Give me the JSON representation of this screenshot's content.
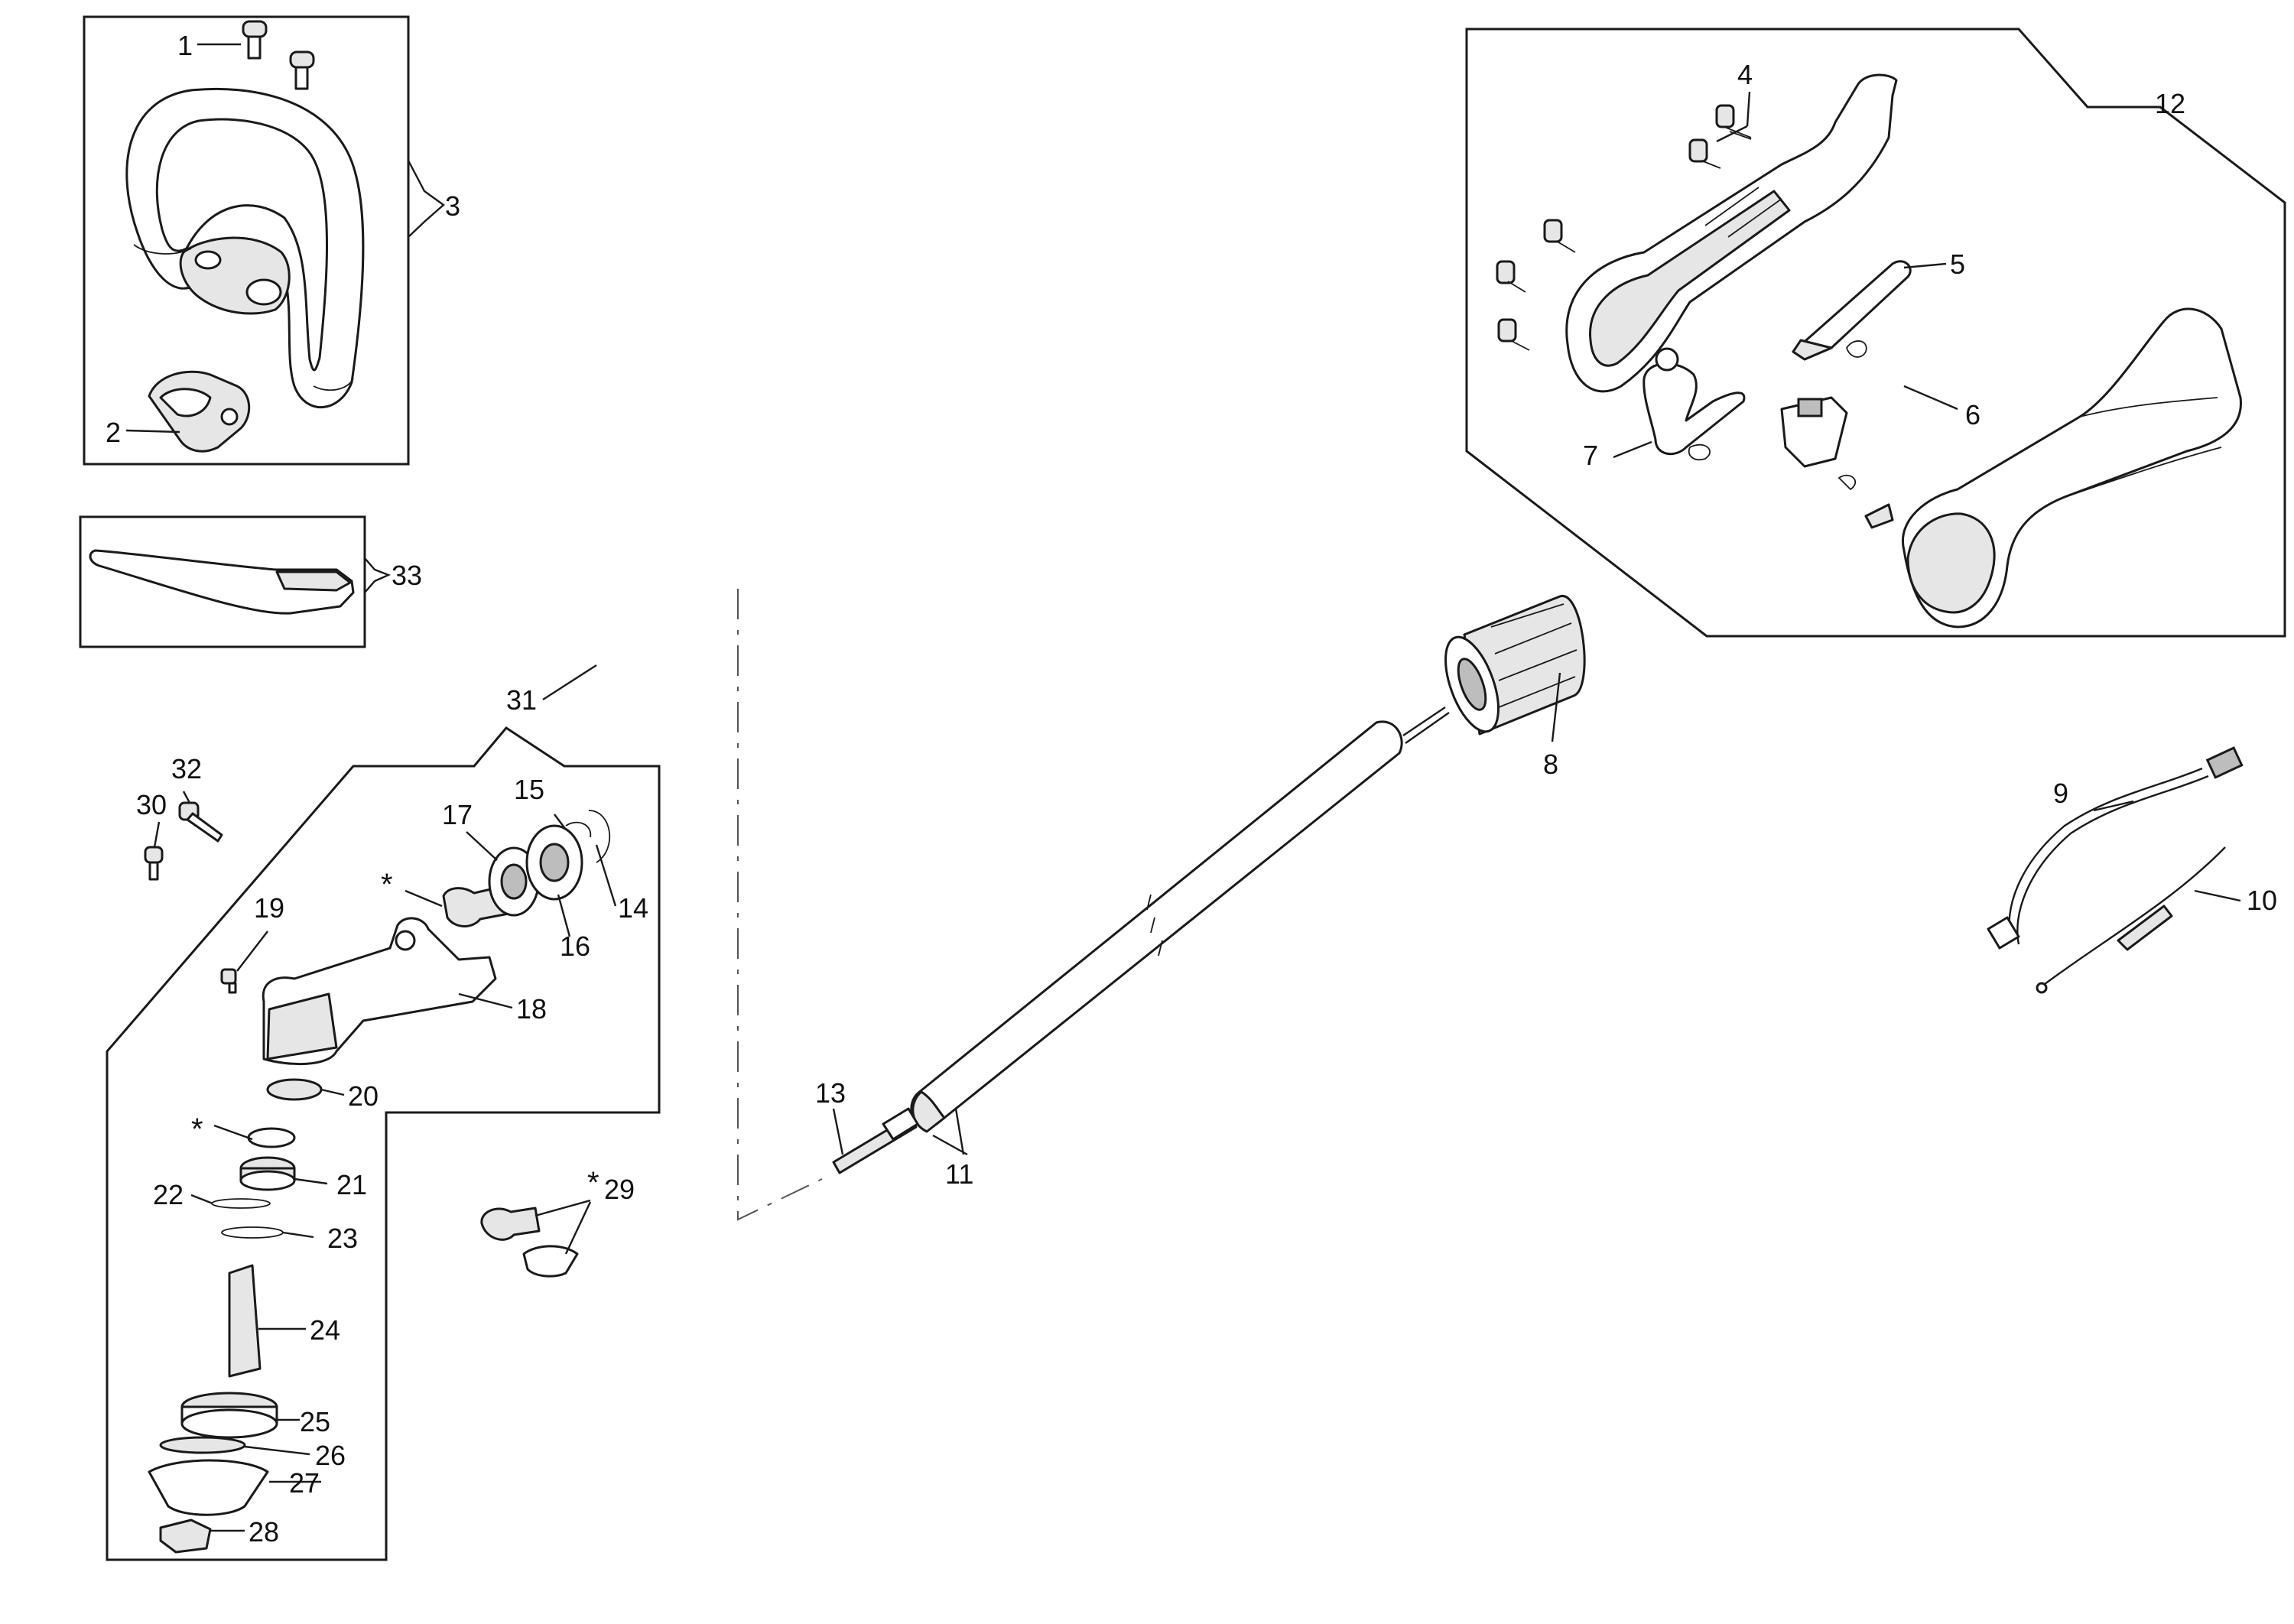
{
  "callouts": {
    "c1": "1",
    "c2": "2",
    "c3": "3",
    "c4": "4",
    "c5": "5",
    "c6": "6",
    "c7": "7",
    "c8": "8",
    "c9": "9",
    "c10": "10",
    "c11": "11",
    "c12": "12",
    "c13": "13",
    "c14": "14",
    "c15": "15",
    "c16": "16",
    "c17": "17",
    "c18": "18",
    "c19": "19",
    "c20": "20",
    "c21": "21",
    "c22": "22",
    "c23": "23",
    "c24": "24",
    "c25": "25",
    "c26": "26",
    "c27": "27",
    "c28": "28",
    "c29": "29",
    "c30": "30",
    "c31": "31",
    "c32": "32",
    "c33": "33"
  },
  "markers": {
    "asterisk": "*"
  }
}
